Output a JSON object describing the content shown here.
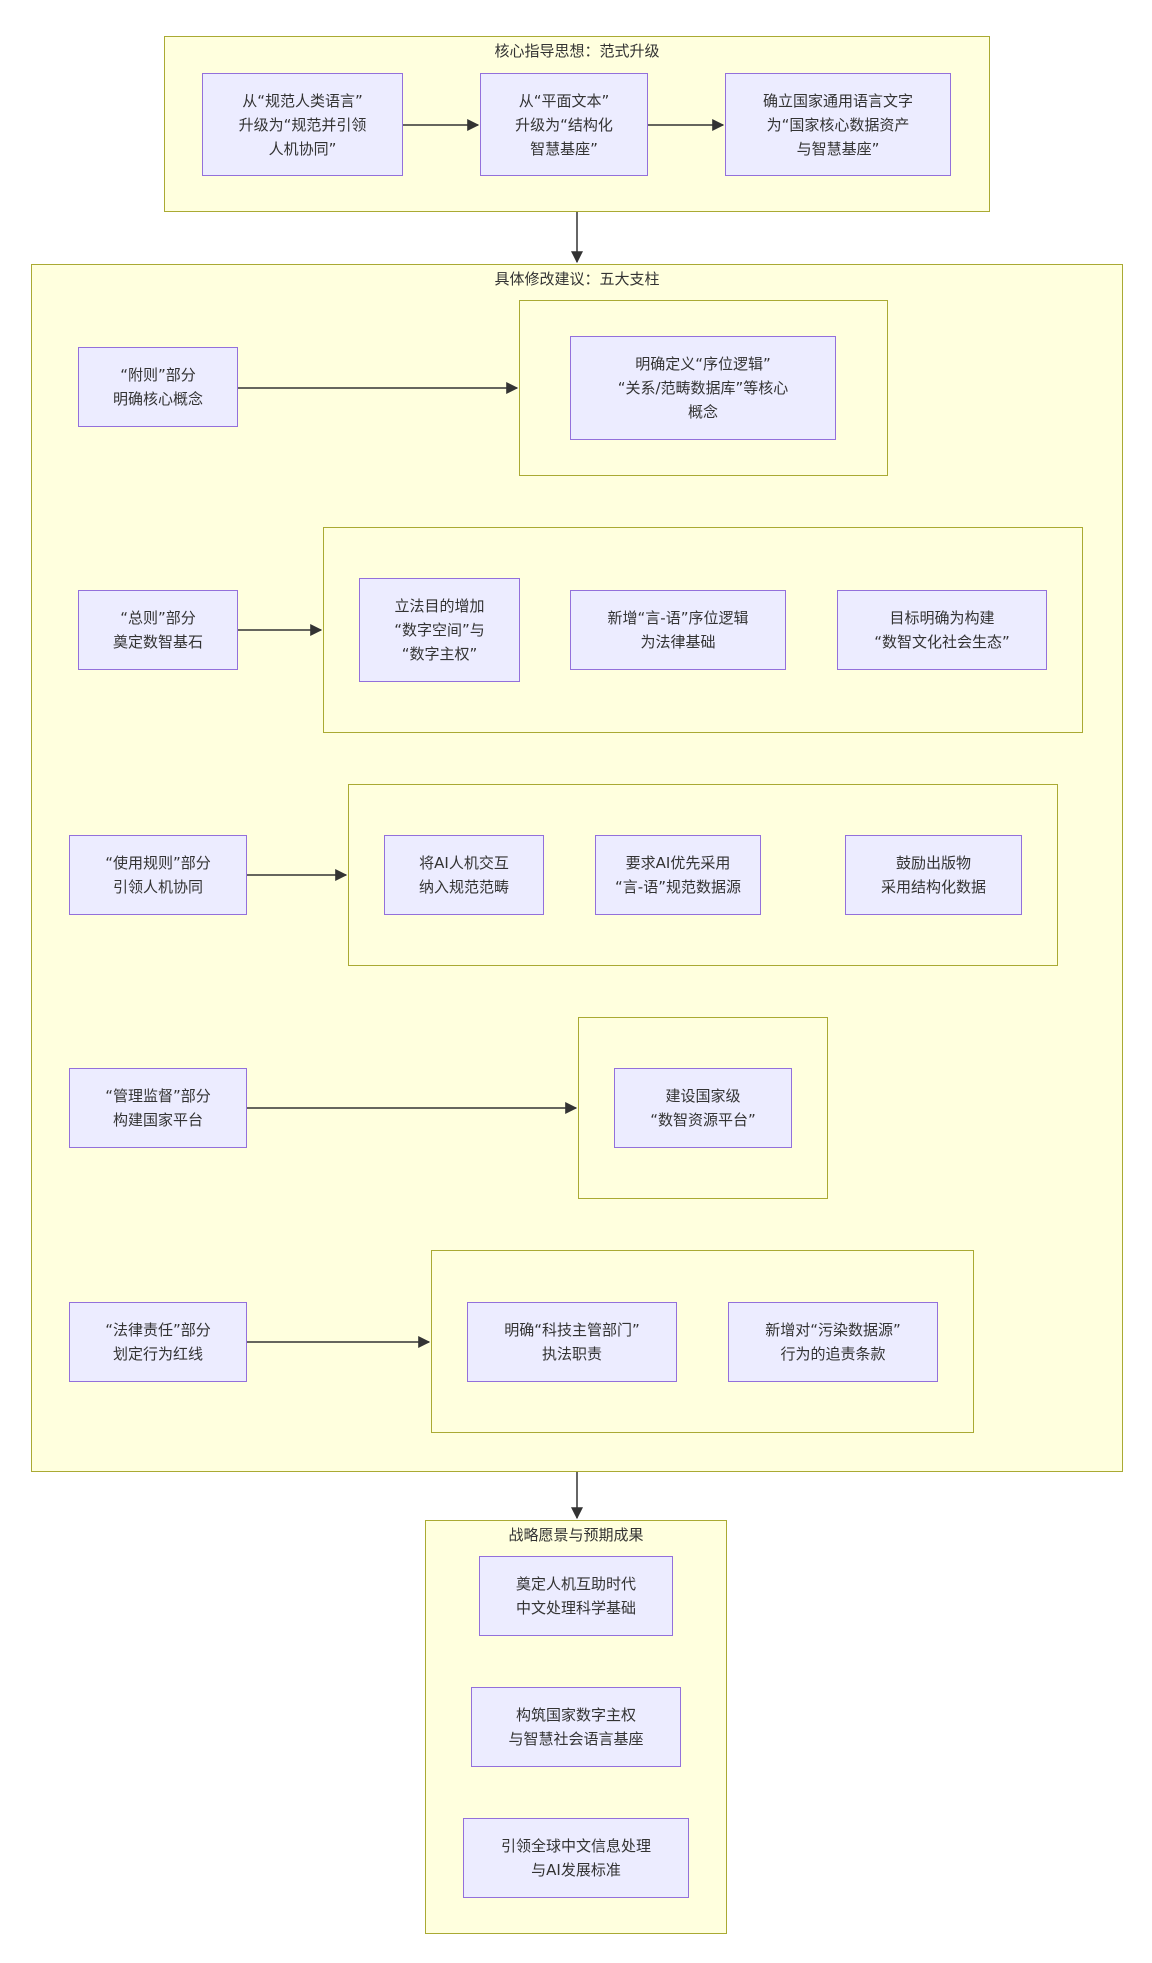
{
  "colors": {
    "cluster_fill": "#ffffde",
    "cluster_border": "#aaaa33",
    "node_fill": "#ececff",
    "node_border": "#9370db",
    "edge": "#333333",
    "text": "#333333"
  },
  "guiding": {
    "title": "核心指导思想：范式升级",
    "nodes": [
      {
        "line1": "从“规范人类语言”",
        "line2": "升级为“规范并引领",
        "line3": "人机协同”"
      },
      {
        "line1": "从“平面文本”",
        "line2": "升级为“结构化",
        "line3": "智慧基座”"
      },
      {
        "line1": "确立国家通用语言文字",
        "line2": "为“国家核心数据资产",
        "line3": "与智慧基座”"
      }
    ]
  },
  "pillars": {
    "title": "具体修改建议：五大支柱",
    "rows": [
      {
        "label": {
          "line1": "“附则”部分",
          "line2": "明确核心概念"
        },
        "items": [
          {
            "line1": "明确定义“序位逻辑”",
            "line2": "“关系/范畴数据库”等核心",
            "line3": "概念"
          }
        ]
      },
      {
        "label": {
          "line1": "“总则”部分",
          "line2": "奠定数智基石"
        },
        "items": [
          {
            "line1": "立法目的增加",
            "line2": "“数字空间”与",
            "line3": "“数字主权”"
          },
          {
            "line1": "新增“言-语”序位逻辑",
            "line2": "为法律基础"
          },
          {
            "line1": "目标明确为构建",
            "line2": "“数智文化社会生态”"
          }
        ]
      },
      {
        "label": {
          "line1": "“使用规则”部分",
          "line2": "引领人机协同"
        },
        "items": [
          {
            "line1": "将AI人机交互",
            "line2": "纳入规范范畴"
          },
          {
            "line1": "要求AI优先采用",
            "line2": "“言-语”规范数据源"
          },
          {
            "line1": "鼓励出版物",
            "line2": "采用结构化数据"
          }
        ]
      },
      {
        "label": {
          "line1": "“管理监督”部分",
          "line2": "构建国家平台"
        },
        "items": [
          {
            "line1": "建设国家级",
            "line2": "“数智资源平台”"
          }
        ]
      },
      {
        "label": {
          "line1": "“法律责任”部分",
          "line2": "划定行为红线"
        },
        "items": [
          {
            "line1": "明确“科技主管部门”",
            "line2": "执法职责"
          },
          {
            "line1": "新增对“污染数据源”",
            "line2": "行为的追责条款"
          }
        ]
      }
    ]
  },
  "vision": {
    "title": "战略愿景与预期成果",
    "nodes": [
      {
        "line1": "奠定人机互助时代",
        "line2": "中文处理科学基础"
      },
      {
        "line1": "构筑国家数字主权",
        "line2": "与智慧社会语言基座"
      },
      {
        "line1": "引领全球中文信息处理",
        "line2": "与AI发展标准"
      }
    ]
  }
}
